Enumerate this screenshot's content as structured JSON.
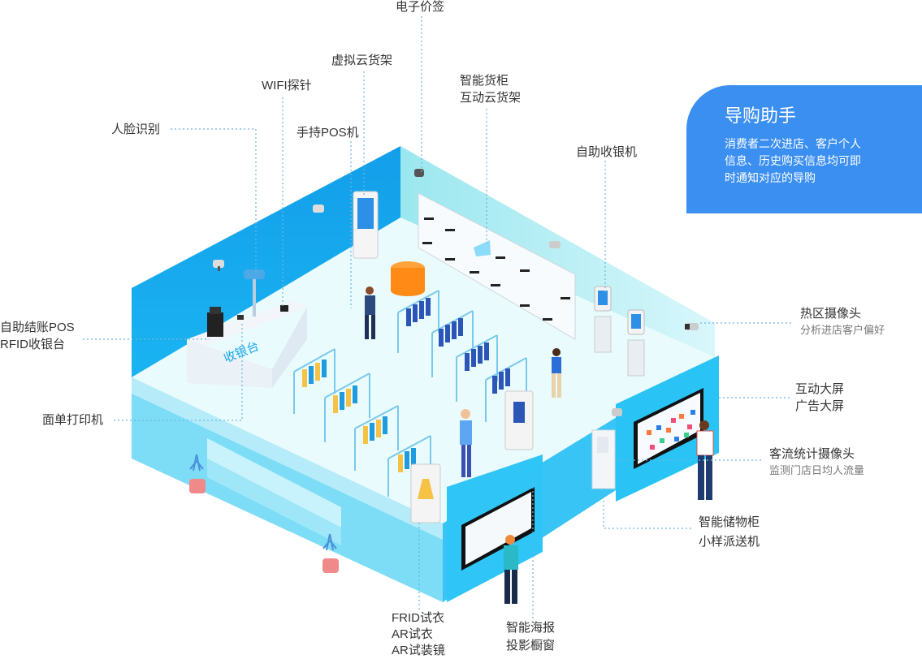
{
  "labels": {
    "e_price_tag": "电子价签",
    "virtual_cloud_shelf": "虚拟云货架",
    "wifi_probe": "WIFI探针",
    "face_recognition": "人脸识别",
    "handheld_pos": "手持POS机",
    "smart_cabinet": [
      "智能货柜",
      "互动云货架"
    ],
    "self_checkout": "自助收银机",
    "self_pos": [
      "自助结账POS",
      "RFID收银台"
    ],
    "receipt_printer": "面单打印机",
    "heat_camera": "热区摄像头",
    "heat_camera_sub": "分析进店客户偏好",
    "interactive_screen": [
      "互动大屏",
      "广告大屏"
    ],
    "traffic_camera": "客流统计摄像头",
    "traffic_camera_sub": "监测门店日均人流量",
    "storage_cabinet": [
      "智能储物柜",
      "小样派送机"
    ],
    "fitting": [
      "FRID试衣",
      "AR试衣",
      "AR试装镜"
    ],
    "smart_poster": [
      "智能海报",
      "投影橱窗"
    ]
  },
  "counter_sign": "收银台",
  "guide": {
    "title": "导购助手",
    "lines": [
      "消费者二次进店、客户个人",
      "信息、历史购买信息均可即",
      "时通知对应的导购"
    ]
  },
  "colors": {
    "accent": "#3b8ff0",
    "wall_left": "#1aa7ee",
    "wall_right": "#25c6f7",
    "floor": "#e7fbfd",
    "leader": "#6fb5e3"
  }
}
